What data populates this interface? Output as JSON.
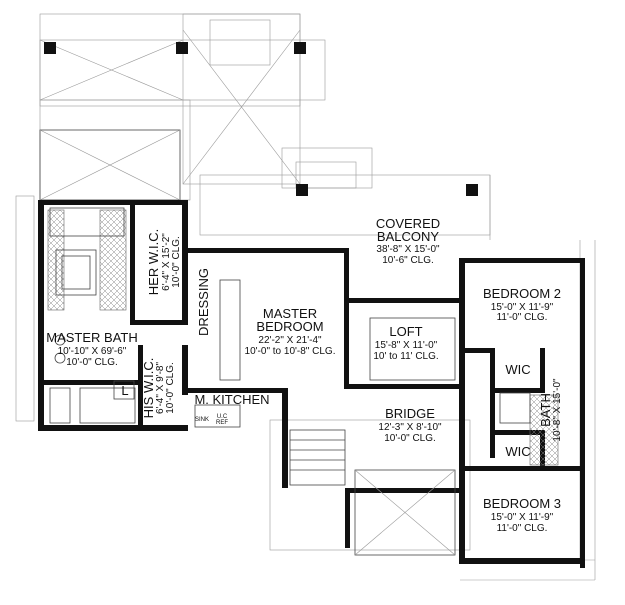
{
  "rooms": {
    "covered_balcony": {
      "name1": "COVERED",
      "name2": "BALCONY",
      "size": "38'-8\" X 15'-0\"",
      "clg": "10'-6\" CLG."
    },
    "bedroom2": {
      "name": "BEDROOM 2",
      "size": "15'-0\" X 11'-9\"",
      "clg": "11'-0\" CLG."
    },
    "her_wic": {
      "name": "HER W.I.C.",
      "size": "6'-4\" X 15'-2\"",
      "clg": "10'-0\" CLG."
    },
    "dressing": {
      "name": "DRESSING"
    },
    "master_bedroom": {
      "name1": "MASTER",
      "name2": "BEDROOM",
      "size": "22'-2\" X 21'-4\"",
      "clg": "10'-0\" to 10'-8\" CLG."
    },
    "loft": {
      "name": "LOFT",
      "size": "15'-8\" X 11'-0\"",
      "clg": "10' to 11' CLG."
    },
    "master_bath": {
      "name": "MASTER BATH",
      "size": "10'-10\" X 69'-6\"",
      "clg": "10'-0\" CLG."
    },
    "his_wic": {
      "name": "HIS W.I.C.",
      "size": "6'-4\" X 9'-8\"",
      "clg": "10'-0\" CLG."
    },
    "wic_upper": {
      "name": "WIC"
    },
    "wic_lower": {
      "name": "WIC"
    },
    "bath": {
      "name": "BATH",
      "size": "10'-8\" X 15'-0\""
    },
    "m_kitchen": {
      "name": "M. KITCHEN",
      "sink": "SINK",
      "uc_ref1": "U.C",
      "uc_ref2": "REF"
    },
    "bridge": {
      "name": "BRIDGE",
      "size": "12'-3\" X 8'-10\"",
      "clg": "10'-0\" CLG."
    },
    "bedroom3": {
      "name": "BEDROOM 3",
      "size": "15'-0\" X 11'-9\"",
      "clg": "11'-0\" CLG."
    },
    "l_closet": {
      "name": "L"
    }
  }
}
